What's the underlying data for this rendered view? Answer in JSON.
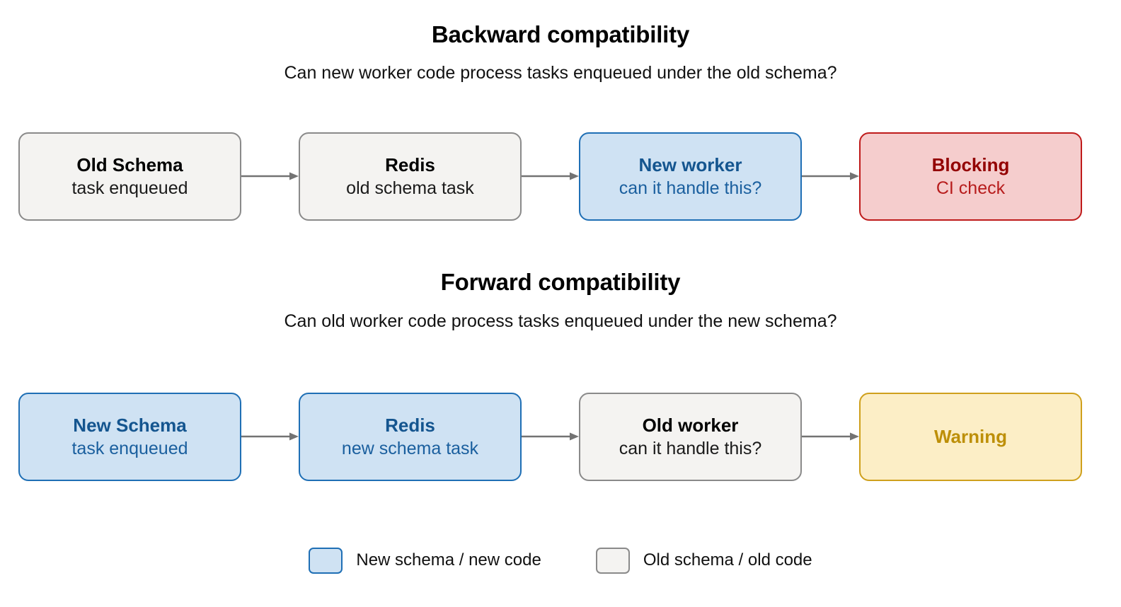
{
  "diagram": {
    "background": "#ffffff",
    "palette": {
      "neutral_fill": "#f4f3f1",
      "neutral_border": "#8a8a8a",
      "blue_fill": "#cfe2f3",
      "blue_border": "#1f6fb5",
      "blue_text": "#14558f",
      "red_fill": "#f5cdcd",
      "red_border": "#bf1b1b",
      "red_text": "#930000",
      "yellow_fill": "#fceec6",
      "yellow_border": "#cfa01c",
      "yellow_text": "#bd8f08",
      "arrow": "#737373"
    },
    "sections": [
      {
        "title": "Backward compatibility",
        "subtitle": "Can new worker code process tasks enqueued under the old schema?",
        "nodes": [
          {
            "title": "Old Schema",
            "sub": "task enqueued",
            "variant": "neutral"
          },
          {
            "title": "Redis",
            "sub": "old schema task",
            "variant": "neutral"
          },
          {
            "title": "New worker",
            "sub": "can it handle this?",
            "variant": "blue"
          },
          {
            "title": "Blocking",
            "sub": "CI check",
            "variant": "red"
          }
        ]
      },
      {
        "title": "Forward compatibility",
        "subtitle": "Can old worker code process tasks enqueued under the new schema?",
        "nodes": [
          {
            "title": "New Schema",
            "sub": "task enqueued",
            "variant": "blue"
          },
          {
            "title": "Redis",
            "sub": "new schema task",
            "variant": "blue"
          },
          {
            "title": "Old worker",
            "sub": "can it handle this?",
            "variant": "neutral"
          },
          {
            "title": "Warning",
            "sub": "",
            "variant": "yellow"
          }
        ]
      }
    ],
    "legend": [
      {
        "label": "New schema / new code",
        "variant": "blue"
      },
      {
        "label": "Old schema / old code",
        "variant": "neutral"
      }
    ]
  }
}
